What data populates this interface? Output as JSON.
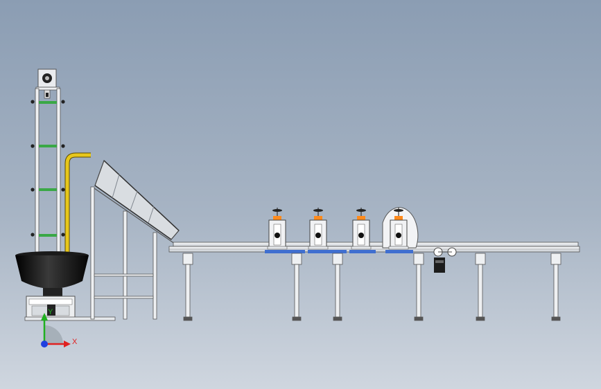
{
  "scene": {
    "colors": {
      "frame": "#eef0f2",
      "frame_stroke": "#5e6670",
      "rung": "#3aa846",
      "pipe": "#e7c71b",
      "bowl": "#111111",
      "belt_blue": "#3f6fd0",
      "knob": "#ff8a1c",
      "background_top": "#8b9db3",
      "background_bottom": "#cfd6df"
    },
    "components": {
      "elevator": "bucket-elevator",
      "bowl": "vibratory-bowl",
      "chute": "inclined-feed-chute",
      "conveyor": "roller-conveyor",
      "stations": 4,
      "legs": 6
    }
  },
  "triad": {
    "x_label": "X",
    "y_label": "Y",
    "colors": {
      "x": "#e02020",
      "y": "#20b020",
      "z": "#2040e0"
    }
  }
}
